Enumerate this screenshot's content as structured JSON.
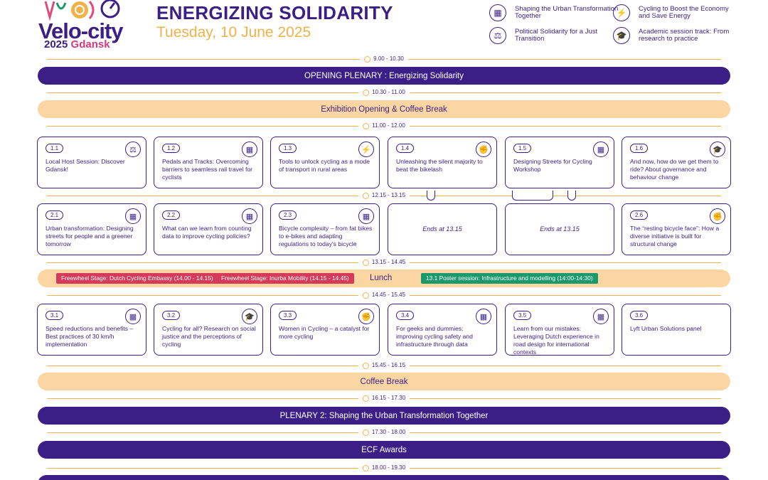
{
  "header": {
    "logo_name": "Velo-city",
    "logo_year": "2025",
    "logo_city": "Gdansk",
    "title": "ENERGIZING SOLIDARITY",
    "date": "Tuesday, 10 June 2025"
  },
  "legend": [
    {
      "icon": "city-icon",
      "text": "Shaping the Urban Transformation Together"
    },
    {
      "icon": "lightning-icon",
      "text": "Cycling to Boost the Economy and Save Energy"
    },
    {
      "icon": "scales-icon",
      "text": "Political Solidarity for a Just Transition"
    },
    {
      "icon": "graduation-cap-icon",
      "text": "Academic session track: From research to practice"
    }
  ],
  "times": [
    "9.00 - 10.30",
    "10.30 - 11.00",
    "11.00 - 12.00",
    "12.15 - 13.15",
    "13.15 - 14.45",
    "14.45 - 15.45",
    "15.45 - 16.15",
    "16.15 - 17.30",
    "17.30 - 18.00",
    "18.00 - 19.30"
  ],
  "bars": {
    "opening": "OPENING PLENARY : Energizing Solidarity",
    "exhibition": "Exhibition Opening & Coffee Break",
    "lunch": "Lunch",
    "coffee": "Coffee Break",
    "plenary2": "PLENARY 2: Shaping the Urban Transformation Together",
    "awards": "ECF Awards"
  },
  "lunch_tags": [
    {
      "text": "Freewheel Stage: Dutch Cycling Embassy (14.00 - 14.15)",
      "color": "#d63a5a"
    },
    {
      "text": "Freewheel Stage: Inurba Mobility (14.15 - 14.45)",
      "color": "#d63a5a"
    },
    {
      "text": "13.1 Poster session: Infrastructure and modelling (14:00-14:30)",
      "color": "#1a9a6a"
    }
  ],
  "sessions_row1": [
    {
      "num": "1.1",
      "text": "Local Host Session: Discover Gdansk!",
      "icon": "scales-icon"
    },
    {
      "num": "1.2",
      "text": "Pedals and Tracks: Overcoming barriers to seamless rail travel for cyclists",
      "icon": "city-icon"
    },
    {
      "num": "1.3",
      "text": "Tools to unlock cycling as a mode of transport in rural areas",
      "icon": "lightning-icon"
    },
    {
      "num": "1.4",
      "text": "Unleashing the silent majority to beat the bikelash",
      "icon": "fist-icon"
    },
    {
      "num": "1.5",
      "text": "Designing Streets for Cycling Workshop",
      "icon": "city-icon"
    },
    {
      "num": "1.6",
      "text": "And now, how do we get them to ride? About governance and behaviour change",
      "icon": "graduation-cap-icon"
    }
  ],
  "sessions_row2": [
    {
      "num": "2.1",
      "text": "Urban transformation: Designing streets for people and a greener tomorrow",
      "icon": "city-icon"
    },
    {
      "num": "2.2",
      "text": "What can we learn from counting data to improve cycling policies?",
      "icon": "city-icon"
    },
    {
      "num": "2.3",
      "text": "Bicycle complexity – from fat bikes to e-bikes and adapting regulations to today's bicycle",
      "icon": "city-icon"
    },
    {
      "num": "",
      "text": "Ends at 13.15",
      "icon": ""
    },
    {
      "num": "",
      "text": "Ends at 13.15",
      "icon": ""
    },
    {
      "num": "2.6",
      "text": "The “resting bicycle face”: How a diverse initiative is built for structural change",
      "icon": "fist-icon"
    }
  ],
  "sessions_row3": [
    {
      "num": "3.1",
      "text": "Speed reductions and benefits – Best practices of 30 km/h implementation",
      "icon": "city-icon"
    },
    {
      "num": "3.2",
      "text": "Cycling for all? Research on social justice and the perceptions of cycling",
      "icon": "graduation-cap-icon"
    },
    {
      "num": "3.3",
      "text": "Women in Cycling – a catalyst for more cycling",
      "icon": "fist-icon"
    },
    {
      "num": "3.4",
      "text": "For geeks and dummies: improving cycling safety and infrastructure through data",
      "icon": "city-icon"
    },
    {
      "num": "3.5",
      "text": "Learn from our mistakes: Leveraging Dutch experience in road design for international contexts",
      "icon": "city-icon"
    },
    {
      "num": "3.6",
      "text": "Lyft Urban Solutions panel",
      "icon": ""
    }
  ],
  "colors": {
    "purple": "#3b1f86",
    "peach": "#fbd6a3",
    "gold": "#f0b24a"
  }
}
